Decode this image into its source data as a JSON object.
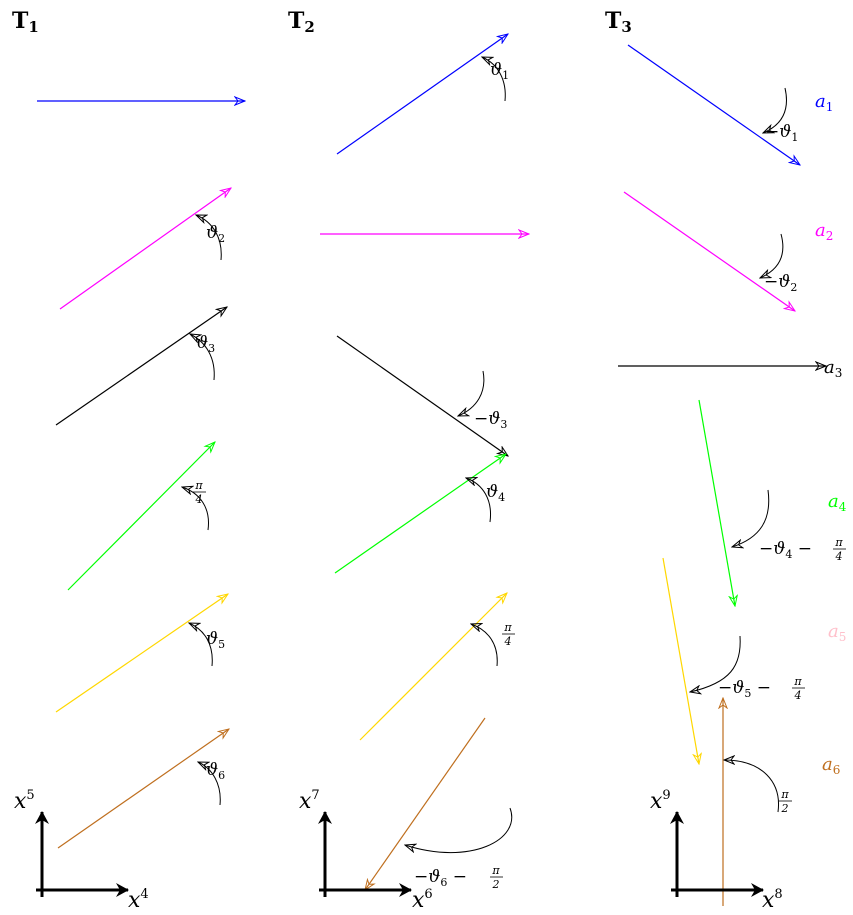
{
  "colors": {
    "a1": "#0000ff",
    "a2": "#ff00ff",
    "a3": "#000000",
    "a4": "#00ff00",
    "a5": "#ffd700",
    "a5_label": "#ffc0cb",
    "a6": "#bf6f1f"
  },
  "columns": [
    {
      "title": "T",
      "sub": "1"
    },
    {
      "title": "T",
      "sub": "2"
    },
    {
      "title": "T",
      "sub": "3"
    }
  ],
  "labels": [
    {
      "base": "a",
      "sub": "1"
    },
    {
      "base": "a",
      "sub": "2"
    },
    {
      "base": "a",
      "sub": "3"
    },
    {
      "base": "a",
      "sub": "4"
    },
    {
      "base": "a",
      "sub": "5"
    },
    {
      "base": "a",
      "sub": "6"
    }
  ],
  "angles": {
    "t1_theta2": {
      "text": "ϑ",
      "sub": "2"
    },
    "t1_theta3": {
      "text": "ϑ",
      "sub": "3"
    },
    "t1_pi4": {
      "num": "π",
      "den": "4"
    },
    "t1_theta5": {
      "text": "ϑ",
      "sub": "5"
    },
    "t1_theta6": {
      "text": "ϑ",
      "sub": "6"
    },
    "t2_theta1": {
      "text": "ϑ",
      "sub": "1"
    },
    "t2_neg_theta3": {
      "prefix": "−",
      "text": "ϑ",
      "sub": "3"
    },
    "t2_theta4": {
      "text": "ϑ",
      "sub": "4"
    },
    "t2_pi4": {
      "num": "π",
      "den": "4"
    },
    "t2_neg_theta6": {
      "prefix": "−",
      "text": "ϑ",
      "sub": "6",
      "suffix": " − ",
      "num": "π",
      "den": "2"
    },
    "t3_neg_theta1": {
      "prefix": "−",
      "text": "ϑ",
      "sub": "1"
    },
    "t3_neg_theta2": {
      "prefix": "−",
      "text": "ϑ",
      "sub": "2"
    },
    "t3_neg_theta4": {
      "prefix": "−",
      "text": "ϑ",
      "sub": "4",
      "suffix": " − ",
      "num": "π",
      "den": "4"
    },
    "t3_neg_theta5": {
      "prefix": "−",
      "text": "ϑ",
      "sub": "5",
      "suffix": " − ",
      "num": "π",
      "den": "4"
    },
    "t3_pi2": {
      "num": "π",
      "den": "2"
    }
  },
  "axes": [
    {
      "y": "x",
      "y_sup": "5",
      "x": "x",
      "x_sup": "4"
    },
    {
      "y": "x",
      "y_sup": "7",
      "x": "x",
      "x_sup": "6"
    },
    {
      "y": "x",
      "y_sup": "9",
      "x": "x",
      "x_sup": "8"
    }
  ]
}
